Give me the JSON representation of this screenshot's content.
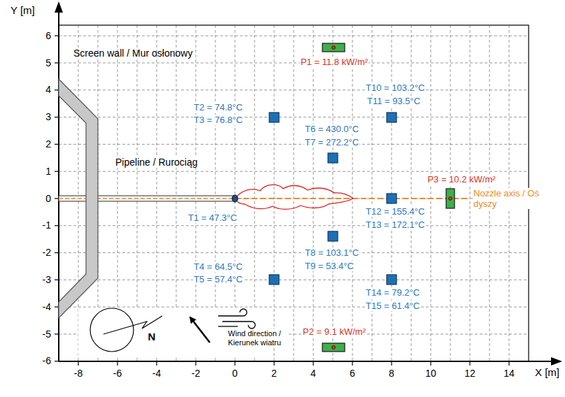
{
  "diagram": {
    "labels": [
      "Y [m]",
      "X [m]",
      "6",
      "5",
      "4",
      "3",
      "2",
      "1",
      "0",
      "-1",
      "-2",
      "-3",
      "-4",
      "-5",
      "-6",
      "-8",
      "-6",
      "-4",
      "-2",
      "0",
      "2",
      "4",
      "6",
      "8",
      "10",
      "12",
      "14",
      "Screen wall / Mur osłonowy",
      "Pipeline / Rurociąg",
      "T1 = 47.3°C",
      "T2 = 74.8°C",
      "T3 = 76.8°C",
      "T4 = 64.5°C",
      "T5 = 57.4°C",
      "T6 = 430.0°C",
      "T7 = 272.2°C",
      "T8 = 103.1°C",
      "T9 = 53.4°C",
      "T10 = 103.2°C",
      "T11 = 93.5°C",
      "T12 = 155.4°C",
      "T13 = 172.1°C",
      "T14 = 79.2°C",
      "T15 = 61.4°C",
      "P1 = 11.8 kW/m²",
      "P2 = 9.1 kW/m²",
      "P3 = 10.2 kW/m²",
      "Nozzle axis / Oś dyszy",
      "N",
      "Wind direction / Kierunek wiatru"
    ]
  }
}
